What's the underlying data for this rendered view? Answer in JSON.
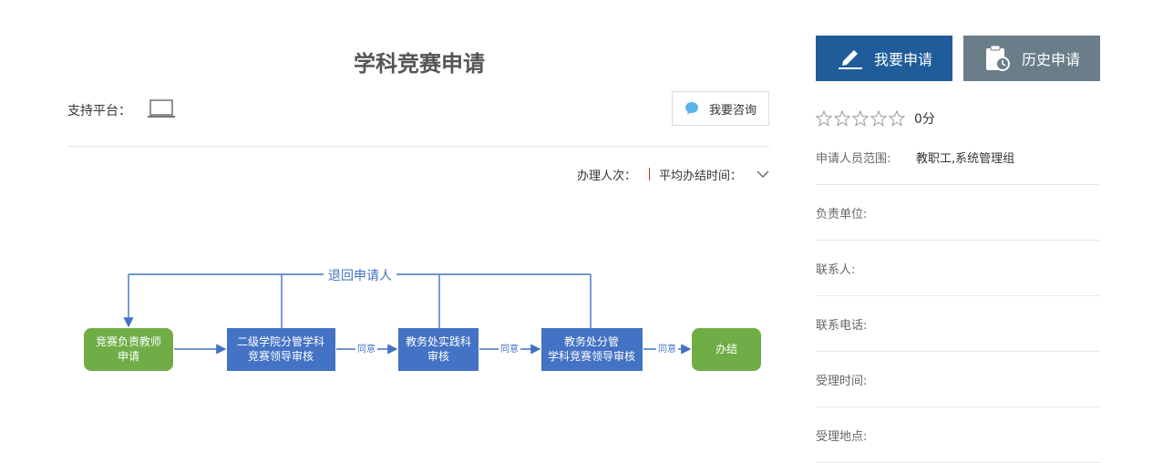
{
  "page": {
    "title": "学科竞赛申请",
    "platform_label": "支持平台：",
    "consult_label": "我要咨询",
    "stats": {
      "handled_count_label": "办理人次：",
      "avg_time_label": "平均办结时间："
    }
  },
  "flowchart": {
    "return_label": "退回申请人",
    "nodes": [
      {
        "line1": "竞赛负责教师",
        "line2": "申请"
      },
      {
        "line1": "二级学院分管学科",
        "line2": "竞赛领导审核"
      },
      {
        "line1": "教务处实践科",
        "line2": "审核"
      },
      {
        "line1": "教务处分管",
        "line2": "学科竞赛领导审核"
      },
      {
        "line1": "办结"
      }
    ],
    "edge_label": "同意"
  },
  "sidebar": {
    "apply_label": "我要申请",
    "history_label": "历史申请",
    "rating_text": "0分",
    "info": [
      {
        "label": "申请人员范围:",
        "value": "教职工,系统管理组"
      },
      {
        "label": "负责单位:",
        "value": ""
      },
      {
        "label": "联系人:",
        "value": ""
      },
      {
        "label": "联系电话:",
        "value": ""
      },
      {
        "label": "受理时间:",
        "value": ""
      },
      {
        "label": "受理地点:",
        "value": ""
      }
    ]
  },
  "colors": {
    "green_node": "#70ad47",
    "blue_node": "#4472c4",
    "apply_btn": "#1f5c99",
    "history_btn": "#6a7e8a"
  }
}
